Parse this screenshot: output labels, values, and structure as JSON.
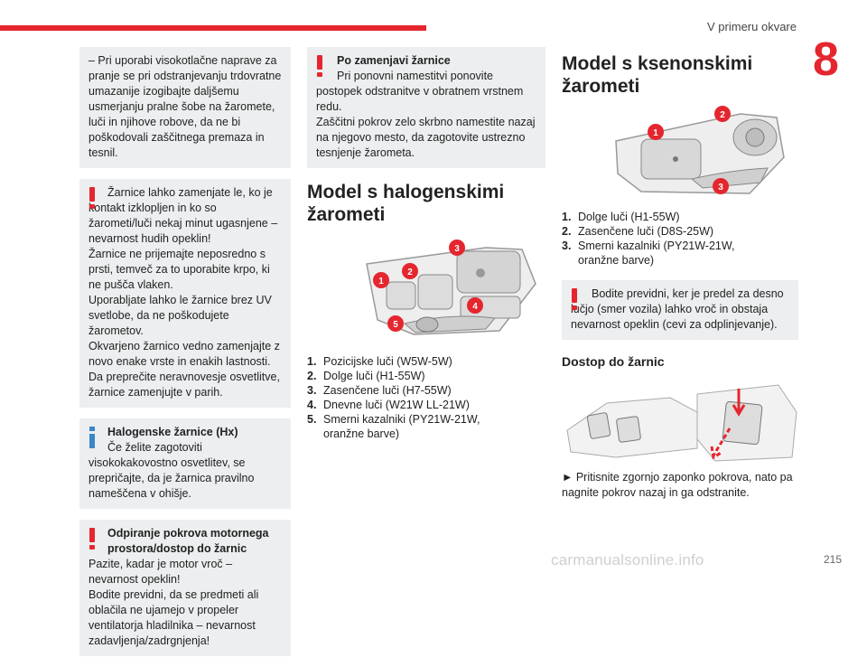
{
  "header": {
    "section": "V primeru okvare",
    "chapter": "8"
  },
  "col1": {
    "box1": {
      "text": "– Pri uporabi visokotlačne naprave za pranje se pri odstranjevanju trdovratne umazanije izogibajte daljšemu usmerjanju pralne šobe na žaromete, luči in njihove robove, da ne bi poškodovali zaščitnega premaza in tesnil."
    },
    "box2": {
      "first": "Žarnice lahko zamenjate le, ko je kontakt izklopljen in ko so žarometi/luči nekaj minut ugasnjene – nevarnost hudih opeklin!",
      "p2": "Žarnice ne prijemajte neposredno s prsti, temveč za to uporabite krpo, ki ne pušča vlaken.",
      "p3": "Uporabljate lahko le žarnice brez UV svetlobe, da ne poškodujete žarometov.",
      "p4": "Okvarjeno žarnico vedno zamenjajte z novo enake vrste in enakih lastnosti. Da preprečite neravnovesje osvetlitve, žarnice zamenjujte v parih."
    },
    "box3": {
      "title": "Halogenske žarnice (Hx)",
      "text": "Če želite zagotoviti visokokakovostno osvetlitev, se prepričajte, da je žarnica pravilno nameščena v ohišje."
    },
    "box4": {
      "title": "Odpiranje pokrova motornega prostora/dostop do žarnic",
      "p1": "Pazite, kadar je motor vroč – nevarnost opeklin!",
      "p2": "Bodite previdni, da se predmeti ali oblačila ne ujamejo v propeler ventilatorja hladilnika – nevarnost zadavljenja/zadrgnjenja!"
    }
  },
  "col2": {
    "box": {
      "title": "Po zamenjavi žarnice",
      "text": "Pri ponovni namestitvi ponovite postopek odstranitve v obratnem vrstnem redu.",
      "p2": "Zaščitni pokrov zelo skrbno namestite nazaj na njegovo mesto, da zagotovite ustrezno tesnjenje žarometa."
    },
    "heading": "Model s halogenskimi žarometi",
    "figure_badges": [
      "1",
      "2",
      "3",
      "4",
      "5"
    ],
    "items": [
      {
        "num": "1.",
        "text": "Pozicijske luči (W5W-5W)"
      },
      {
        "num": "2.",
        "text": "Dolge luči (H1-55W)"
      },
      {
        "num": "3.",
        "text": "Zasenčene luči (H7-55W)"
      },
      {
        "num": "4.",
        "text": "Dnevne luči (W21W LL-21W)"
      },
      {
        "num": "5.",
        "text": "Smerni kazalniki (PY21W-21W, oranžne barve)"
      }
    ]
  },
  "col3": {
    "heading": "Model s ksenonskimi žarometi",
    "figure_badges": [
      "1",
      "2",
      "3"
    ],
    "items": [
      {
        "num": "1.",
        "text": "Dolge luči (H1-55W)"
      },
      {
        "num": "2.",
        "text": "Zasenčene luči (D8S-25W)"
      },
      {
        "num": "3.",
        "text": "Smerni kazalniki (PY21W-21W, oranžne barve)"
      }
    ],
    "warning": "Bodite previdni, ker je predel za desno lučjo (smer vozila) lahko vroč in obstaja nevarnost opeklin (cevi za odplinjevanje).",
    "subheading": "Dostop do žarnic",
    "instruction": "► Pritisnite zgornjo zaponko pokrova, nato pa nagnite pokrov nazaj in ga odstranite."
  },
  "footer": {
    "page": "215",
    "watermark": "carmanualsonline.info"
  },
  "colors": {
    "accent": "#e5262f",
    "info": "#3b86c9",
    "box_bg": "#eceeef"
  }
}
